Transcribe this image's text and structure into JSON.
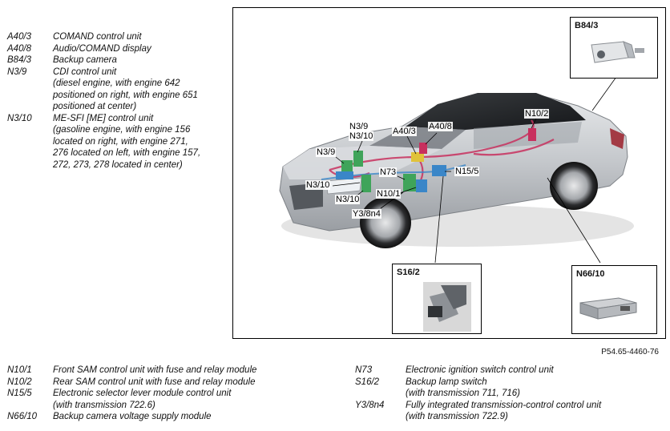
{
  "legend_top": [
    {
      "code": "A40/3",
      "lines": [
        "COMAND control unit"
      ]
    },
    {
      "code": "A40/8",
      "lines": [
        "Audio/COMAND display"
      ]
    },
    {
      "code": "B84/3",
      "lines": [
        "Backup camera"
      ]
    },
    {
      "code": "N3/9",
      "lines": [
        "CDI control unit",
        "(diesel engine, with engine 642",
        "positioned on right, with engine 651",
        "positioned at center)"
      ]
    },
    {
      "code": "N3/10",
      "lines": [
        "ME-SFI [ME] control unit",
        "(gasoline engine, with engine 156",
        "located on right, with engine 271,",
        "276 located on left, with engine 157,",
        "272, 273, 278 located in center)"
      ]
    }
  ],
  "legend_bottom_left": [
    {
      "code": "N10/1",
      "lines": [
        "Front SAM control unit with fuse and relay module"
      ]
    },
    {
      "code": "N10/2",
      "lines": [
        "Rear SAM control unit with fuse and relay module"
      ]
    },
    {
      "code": "N15/5",
      "lines": [
        "Electronic selector lever module control unit",
        "(with transmission 722.6)"
      ]
    },
    {
      "code": "N66/10",
      "lines": [
        "Backup camera voltage supply module"
      ]
    }
  ],
  "legend_bottom_right": [
    {
      "code": "N73",
      "lines": [
        "Electronic ignition switch control unit"
      ]
    },
    {
      "code": "S16/2",
      "lines": [
        "Backup lamp switch",
        "(with transmission 711, 716)"
      ]
    },
    {
      "code": "Y3/8n4",
      "lines": [
        "Fully integrated transmission-control control unit",
        "(with transmission 722.9)"
      ]
    }
  ],
  "diagram": {
    "insets": {
      "camera": "B84/3",
      "switch": "S16/2",
      "module": "N66/10"
    },
    "callouts": {
      "n3_9_top": "N3/9",
      "n3_10_top": "N3/10",
      "a40_3": "A40/3",
      "a40_8": "A40/8",
      "n10_2": "N10/2",
      "n3_9_left": "N3/9",
      "n73": "N73",
      "n15_5": "N15/5",
      "n3_10_left": "N3/10",
      "n3_10_bottom": "N3/10",
      "n10_1": "N10/1",
      "y3_8n4": "Y3/8n4"
    },
    "colors": {
      "wiring": "#c8305e",
      "module_blue": "#3a86c8",
      "module_green": "#3fa45a",
      "body": "#c9ccd0"
    }
  },
  "reference_code": "P54.65-4460-76"
}
